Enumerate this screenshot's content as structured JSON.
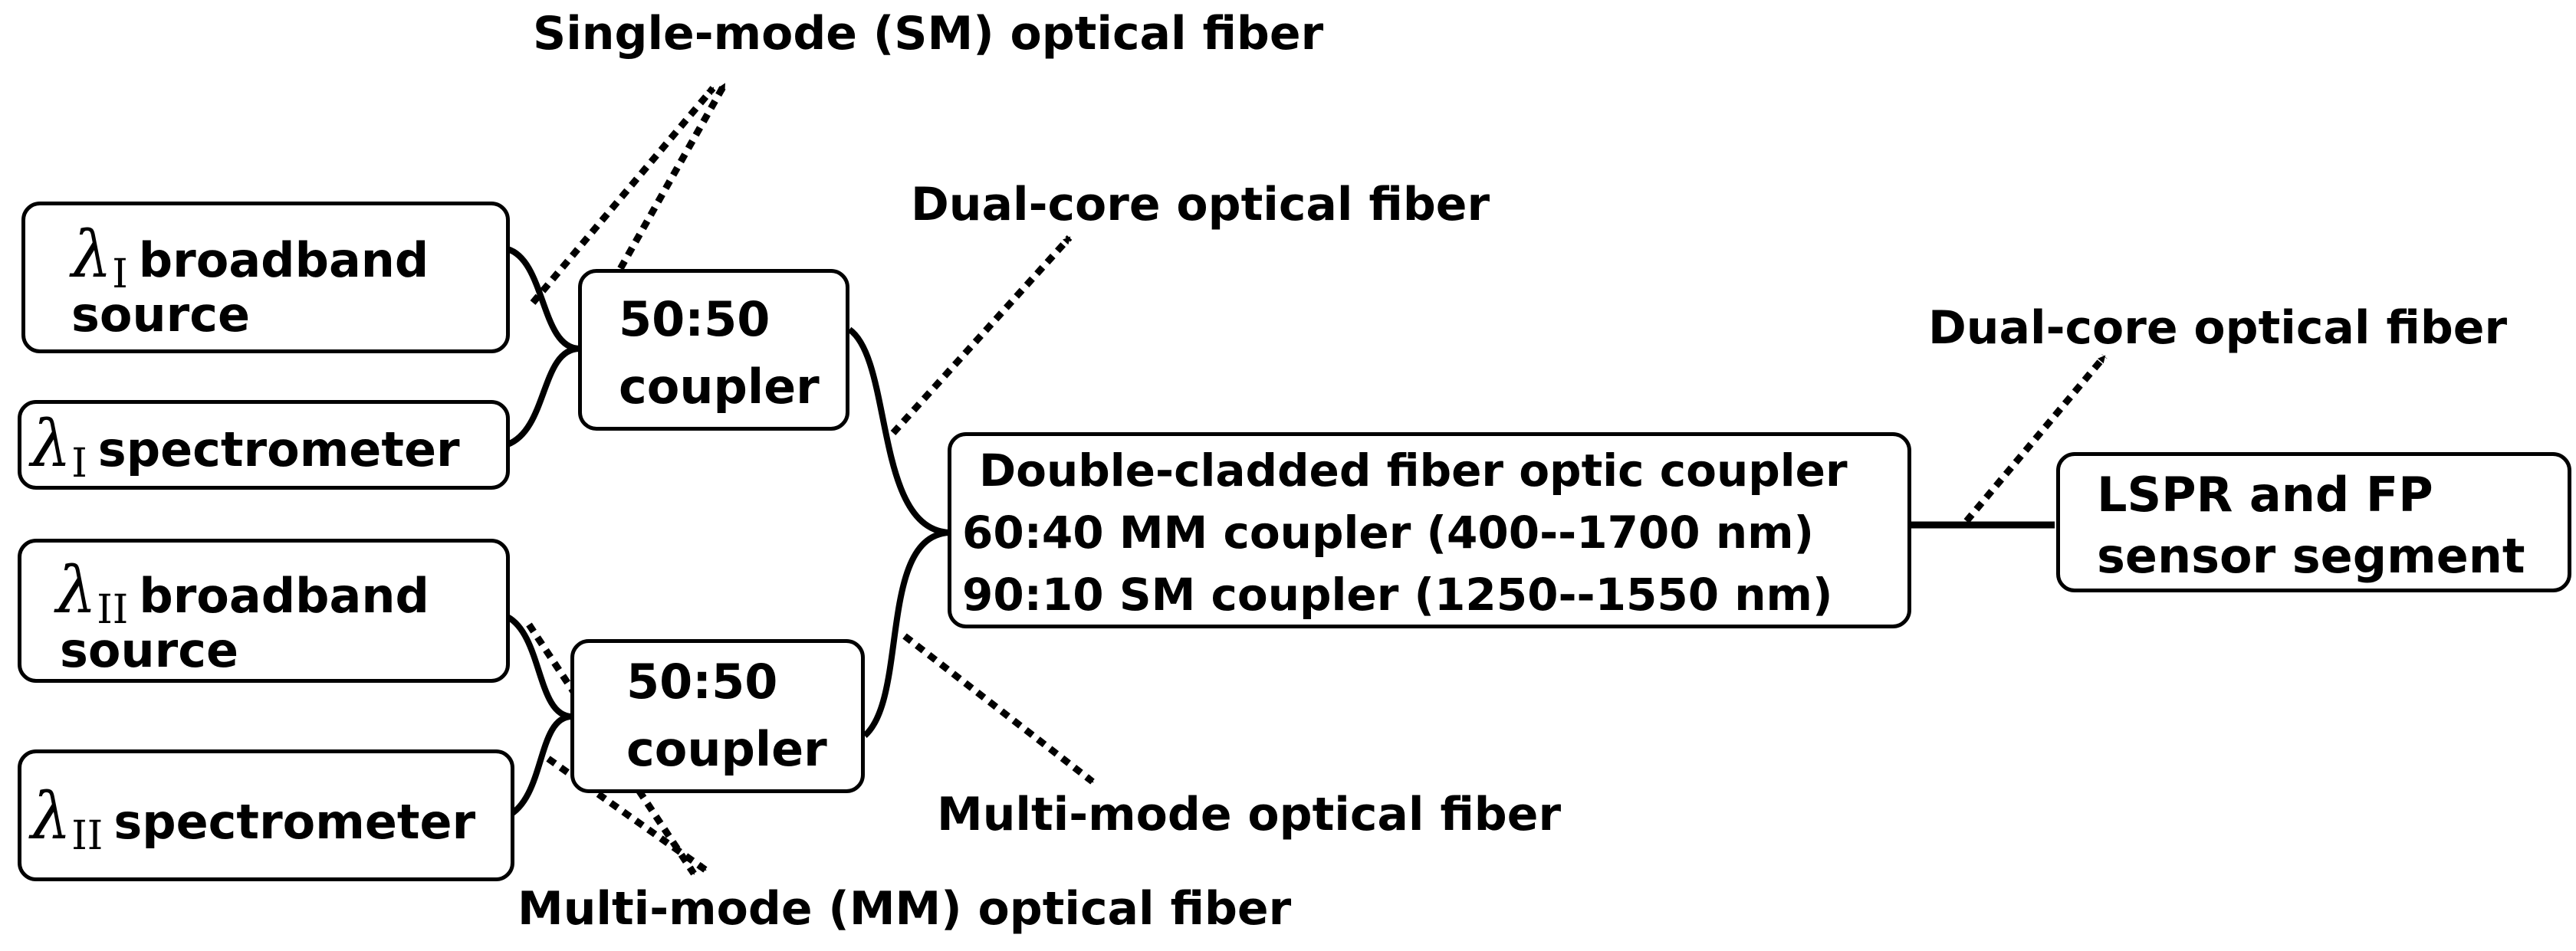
{
  "sources": {
    "lambda_symbol": "λ",
    "source1": {
      "subscript": "I",
      "line1": "broadband",
      "line2": "source"
    },
    "spectrometer1": {
      "subscript": "I",
      "text": "spectrometer"
    },
    "source2": {
      "subscript": "II",
      "line1": "broadband",
      "line2": "source"
    },
    "spectrometer2": {
      "subscript": "II",
      "text": "spectrometer"
    }
  },
  "couplers": {
    "top": {
      "line1": "50:50",
      "line2": "coupler"
    },
    "bottom": {
      "line1": "50:50",
      "line2": "coupler"
    },
    "double_cladded": {
      "line1": "Double-cladded fiber optic coupler",
      "line2": "60:40 MM coupler (400--1700 nm)",
      "line3": "90:10 SM coupler (1250--1550 nm)"
    }
  },
  "sensor": {
    "line1": "LSPR and FP",
    "line2": "sensor segment"
  },
  "fiber_labels": {
    "single_mode": "Single-mode (SM) optical fiber",
    "dual_core_top": "Dual-core optical fiber",
    "dual_core_right": "Dual-core optical fiber",
    "multi_mode_mid": "Multi-mode optical fiber",
    "multi_mode_bottom": "Multi-mode (MM) optical fiber"
  }
}
